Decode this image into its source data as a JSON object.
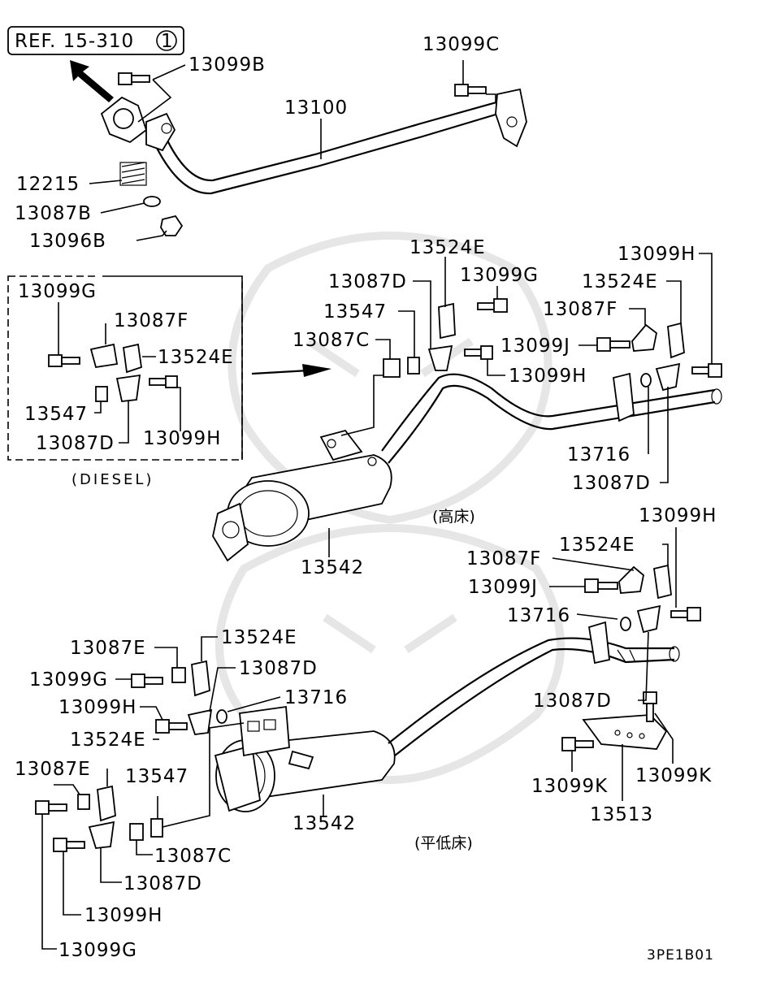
{
  "reference": {
    "text": "REF. 15-310",
    "circled": "1"
  },
  "labels": {
    "p13099B": "13099B",
    "p13099C": "13099C",
    "p13100": "13100",
    "p12215": "12215",
    "p13087B": "13087B",
    "p13096B": "13096B",
    "p13524E_top": "13524E",
    "p13099H_top": "13099H",
    "p13087D_a": "13087D",
    "p13099G_a": "13099G",
    "p13524E_b": "13524E",
    "p13547_a": "13547",
    "p13087F_a": "13087F",
    "p13087C_a": "13087C",
    "p13099J_a": "13099J",
    "p13099H_a": "13099H",
    "p13716_a": "13716",
    "p13087D_b": "13087D",
    "p13542_a": "13542",
    "d13099G": "13099G",
    "d13087F": "13087F",
    "d13524E": "13524E",
    "d13547": "13547",
    "d13087D": "13087D",
    "d13099H": "13099H",
    "p13099H_b": "13099H",
    "p13524E_c": "13524E",
    "p13087F_b": "13087F",
    "p13099J_b": "13099J",
    "p13716_b": "13716",
    "p13087D_c": "13087D",
    "p13099K_a": "13099K",
    "p13099K_b": "13099K",
    "p13513": "13513",
    "p13087E_a": "13087E",
    "p13524E_d": "13524E",
    "p13099G_b": "13099G",
    "p13087D_d": "13087D",
    "p13099H_c": "13099H",
    "p13716_c": "13716",
    "p13524E_e": "13524E",
    "p13087E_b": "13087E",
    "p13547_b": "13547",
    "p13542_b": "13542",
    "p13087C_b": "13087C",
    "p13087D_e": "13087D",
    "p13099H_d": "13099H",
    "p13099G_c": "13099G"
  },
  "captions": {
    "diesel": "(DIESEL)",
    "high_floor": "(高床)",
    "low_floor": "(平低床)"
  },
  "diagram_code": "3PE1B01"
}
